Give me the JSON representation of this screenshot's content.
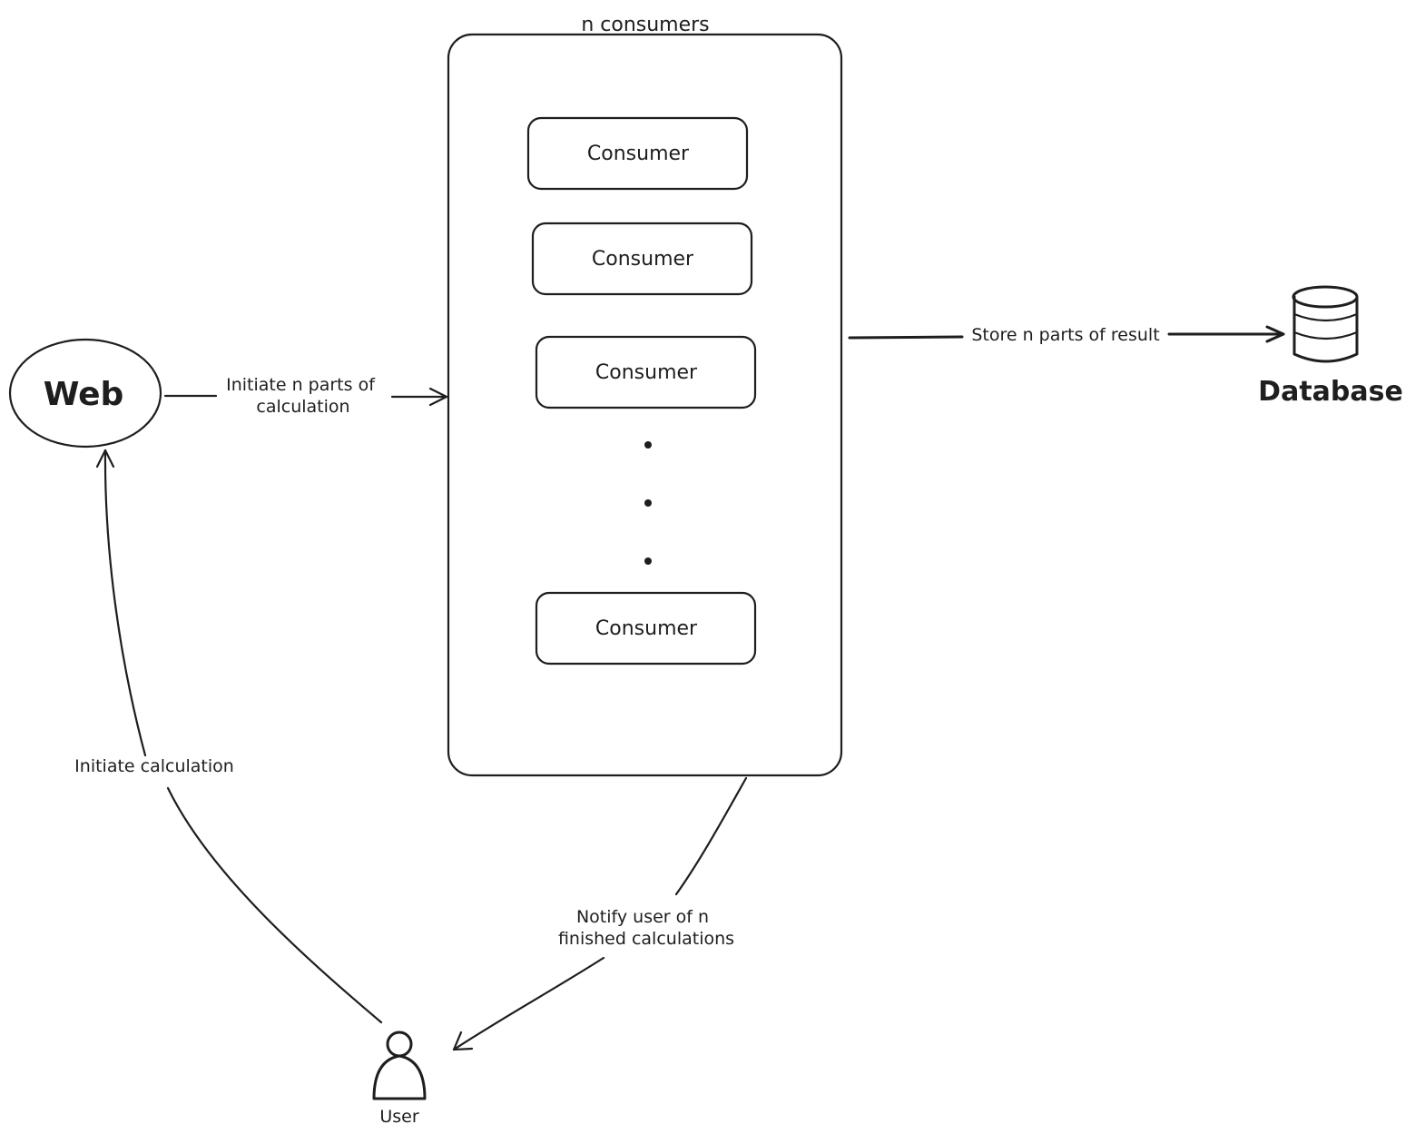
{
  "diagram": {
    "container": {
      "title": "n consumers"
    },
    "consumers": [
      {
        "label": "Consumer"
      },
      {
        "label": "Consumer"
      },
      {
        "label": "Consumer"
      },
      {
        "label": "Consumer"
      }
    ],
    "web": {
      "label": "Web"
    },
    "database": {
      "label": "Database"
    },
    "user": {
      "label": "User"
    },
    "edges": {
      "web_to_consumers": {
        "line1": "Initiate n parts of",
        "line2": "calculation"
      },
      "consumers_to_database": {
        "label": "Store n parts of result"
      },
      "user_to_web": {
        "label": "Initiate calculation"
      },
      "consumers_to_user": {
        "line1": "Notify user of n",
        "line2": "finished calculations"
      }
    }
  }
}
